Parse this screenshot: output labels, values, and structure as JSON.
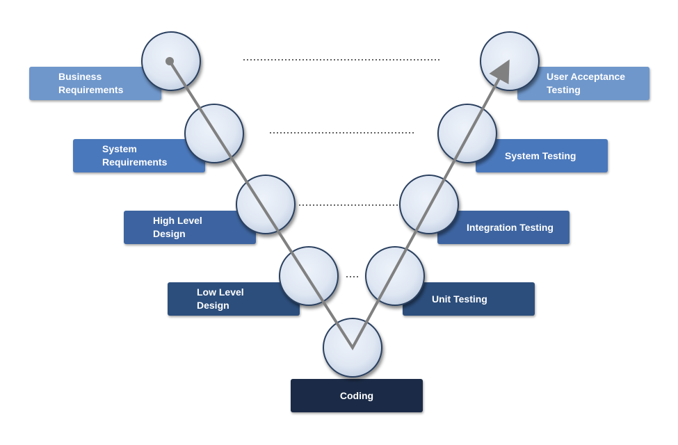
{
  "colors": {
    "level1": "#6f97cb",
    "level2": "#4a78bc",
    "level3": "#3d64a0",
    "level4": "#2c4e7c",
    "level5": "#1b2b47",
    "arrow": "#808080",
    "dots": "#606060",
    "circle_fill": "#dfe7f3"
  },
  "stages": {
    "business_requirements": "Business\nRequirements",
    "system_requirements": "System\nRequirements",
    "high_level_design": "High Level\nDesign",
    "low_level_design": "Low Level\nDesign",
    "coding": "Coding",
    "unit_testing": "Unit Testing",
    "integration_testing": "Integration Testing",
    "system_testing": "System Testing",
    "user_acceptance_testing": "User Acceptance\nTesting"
  }
}
